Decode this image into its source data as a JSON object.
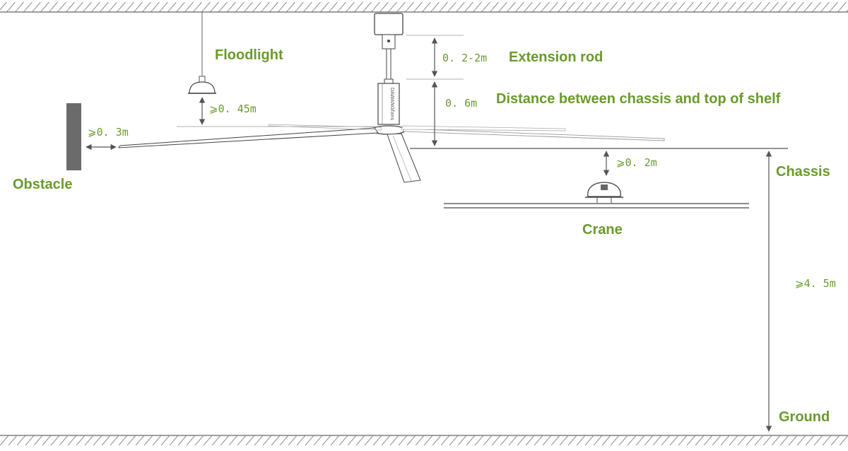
{
  "colors": {
    "label": "#6a9a2c",
    "line": "#555555",
    "obstacle": "#6b6b6b",
    "hatch": "#888888"
  },
  "labels": {
    "floodlight": "Floodlight",
    "extension_rod": "Extension rod",
    "distance_chassis_shelf": "Distance between chassis and top of shelf",
    "obstacle": "Obstacle",
    "chassis": "Chassis",
    "crane": "Crane",
    "ground": "Ground"
  },
  "dimensions": {
    "rod": "0. 2-2m",
    "chassis_shelf": "0. 6m",
    "floodlight_gap": "⩾0. 45m",
    "obstacle_gap": "⩾0. 3m",
    "crane_gap": "⩾0. 2m",
    "height": "⩾4. 5m"
  },
  "fan_brand": "DAWANGfans",
  "icons": {
    "fan": "ceiling-fan-icon",
    "floodlight": "floodlight-lamp-icon",
    "crane": "crane-hook-icon",
    "obstacle": "obstacle-wall-icon"
  }
}
